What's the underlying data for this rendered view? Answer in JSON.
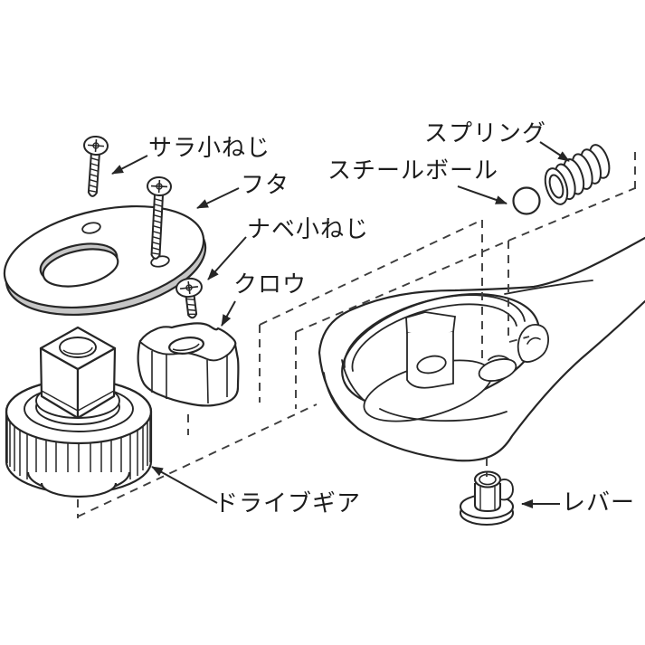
{
  "figure": {
    "labels": {
      "flat_head_screw": "サラ小ねじ",
      "cover": "フタ",
      "pan_head_screw": "ナベ小ねじ",
      "claw": "クロウ",
      "steel_ball": "スチールボール",
      "spring": "スプリング",
      "drive_gear": "ドライブギア",
      "lever": "レバー"
    },
    "colors": {
      "line": "#262626",
      "background": "#ffffff",
      "shading": "#c6c6c6"
    }
  }
}
